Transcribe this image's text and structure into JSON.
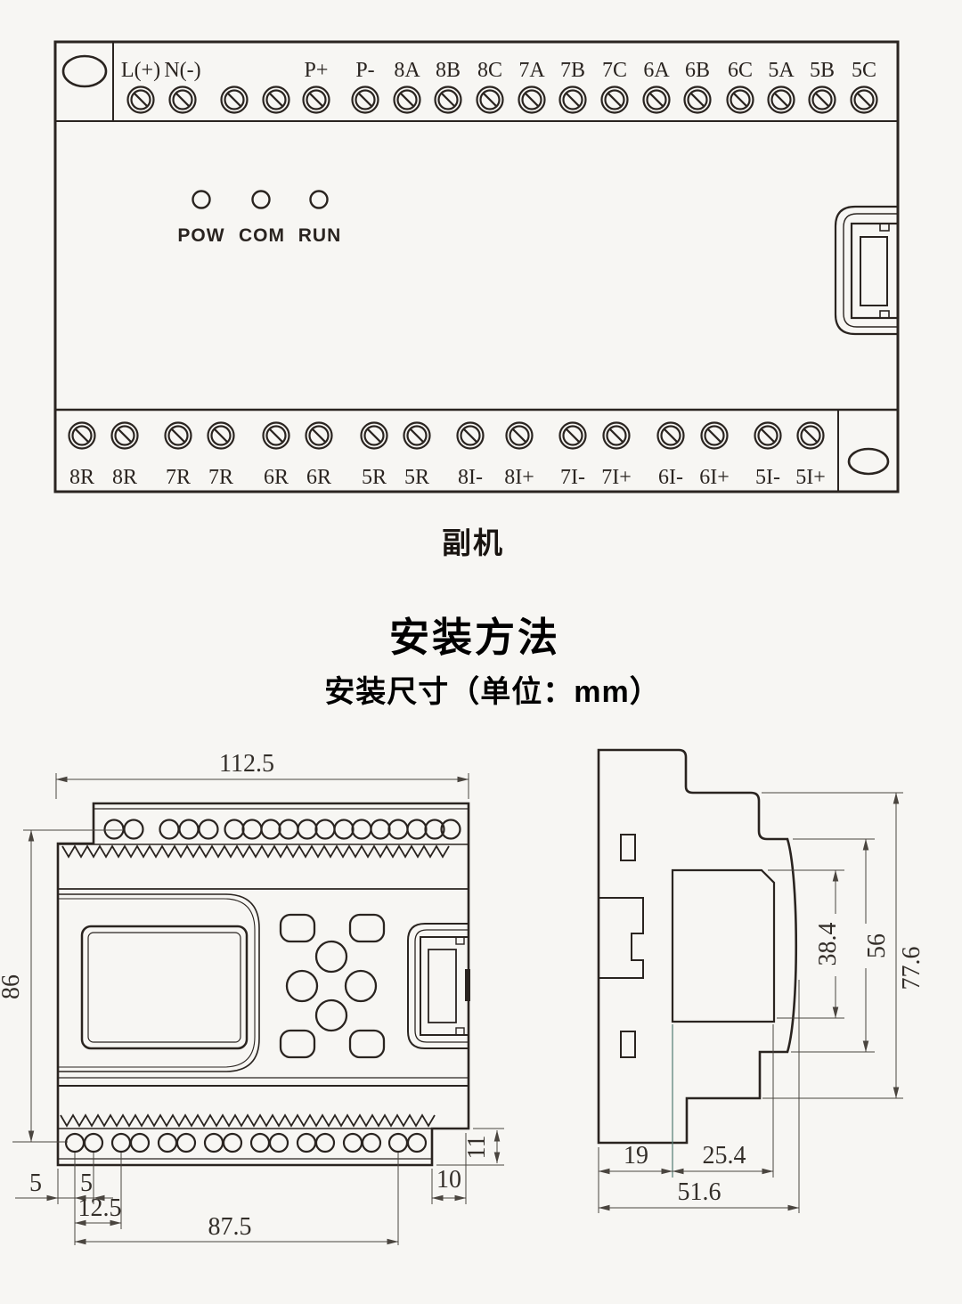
{
  "device": {
    "caption": "副机",
    "leds": [
      "POW",
      "COM",
      "RUN"
    ],
    "top_terminals": [
      "L(+)",
      "N(-)",
      "P+",
      "P-",
      "8A",
      "8B",
      "8C",
      "7A",
      "7B",
      "7C",
      "6A",
      "6B",
      "6C",
      "5A",
      "5B",
      "5C"
    ],
    "bottom_terminals": [
      "8R",
      "8R",
      "7R",
      "7R",
      "6R",
      "6R",
      "5R",
      "5R",
      "8I-",
      "8I+",
      "7I-",
      "7I+",
      "6I-",
      "6I+",
      "5I-",
      "5I+"
    ]
  },
  "section": {
    "title": "安装方法",
    "subtitle": "安装尺寸（单位：mm）"
  },
  "front_view": {
    "width": "112.5",
    "height": "86",
    "edge_offset": "5",
    "hole_pitch": "5",
    "pair_pitch": "12.5",
    "span": "87.5",
    "notch_width": "10",
    "notch_depth": "11"
  },
  "side_view": {
    "face_height": "38.4",
    "mid_height": "56",
    "total_height": "77.6",
    "depth_front": "19",
    "depth_mid": "25.4",
    "total_depth": "51.6"
  },
  "colors": {
    "ink": "#2a2420",
    "dim_line": "#4a453f",
    "background": "#f7f6f3",
    "accent_extension_line": "#527b74"
  }
}
